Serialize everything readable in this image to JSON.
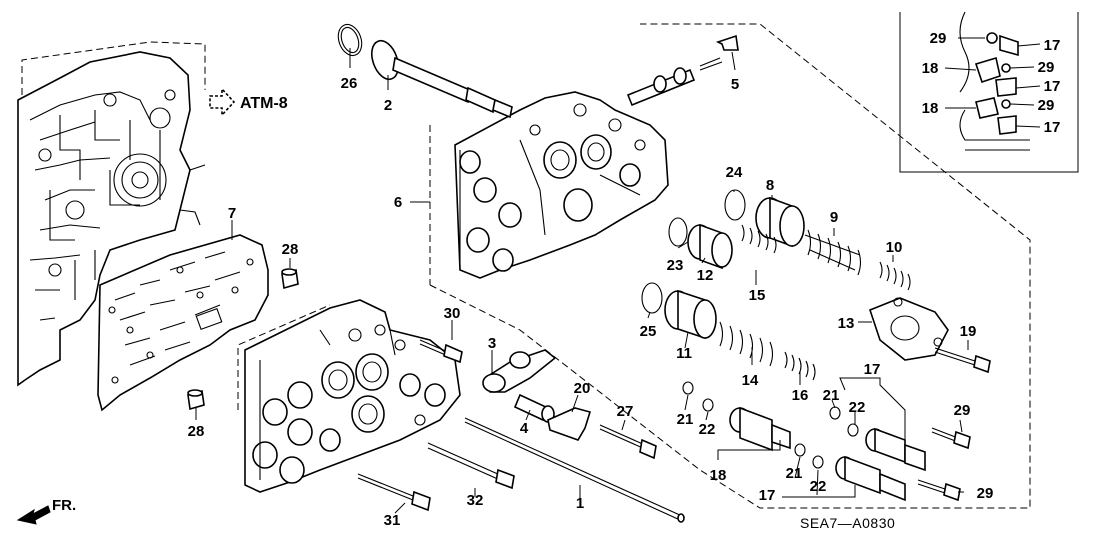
{
  "diagram": {
    "ref_label": "ATM-8",
    "code": "SEA7—A0830",
    "fr_label": "FR.",
    "callouts": {
      "c1": "1",
      "c2": "2",
      "c3": "3",
      "c4": "4",
      "c5": "5",
      "c6": "6",
      "c7": "7",
      "c8": "8",
      "c9": "9",
      "c10": "10",
      "c11": "11",
      "c12": "12",
      "c13": "13",
      "c14": "14",
      "c15": "15",
      "c16": "16",
      "c17a": "17",
      "c17b": "17",
      "c17c": "17",
      "c17d": "17",
      "c17e": "17",
      "c18a": "18",
      "c18b": "18",
      "c18c": "18",
      "c19": "19",
      "c20": "20",
      "c21a": "21",
      "c21b": "21",
      "c21c": "21",
      "c22a": "22",
      "c22b": "22",
      "c22c": "22",
      "c23": "23",
      "c24": "24",
      "c25": "25",
      "c26": "26",
      "c27": "27",
      "c28a": "28",
      "c28b": "28",
      "c29a": "29",
      "c29b": "29",
      "c29c": "29",
      "c29d": "29",
      "c29e": "29",
      "c30": "30",
      "c31": "31",
      "c32": "32"
    }
  }
}
